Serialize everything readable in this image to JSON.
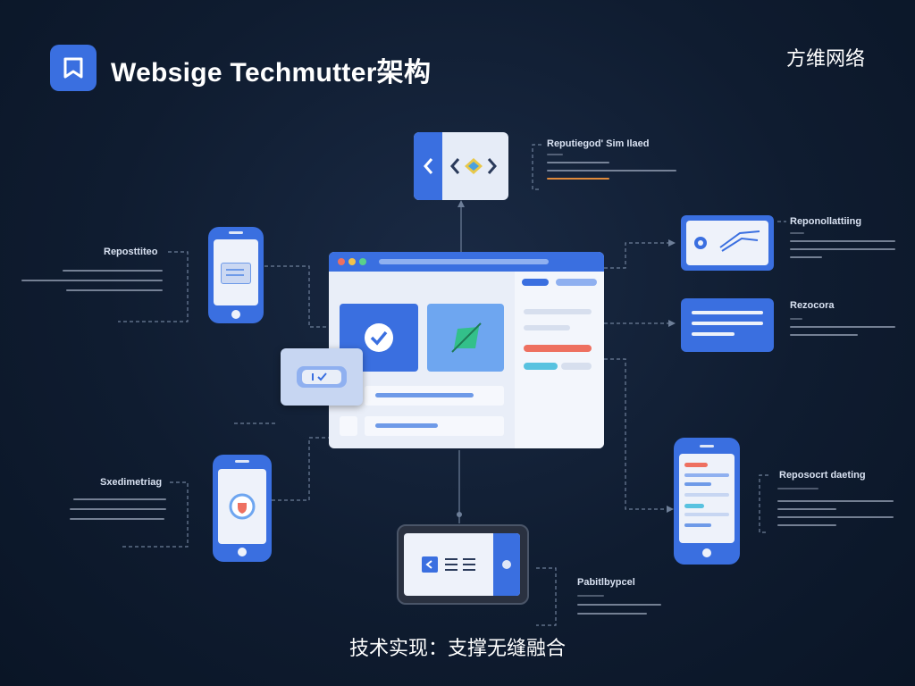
{
  "header": {
    "title": "Websige Techmutter架构",
    "brand": "方维网络"
  },
  "caption": "技术实现：支撑无缝融合",
  "labels": {
    "top": "Reputiegod' Sim Ilaed",
    "right_top": "Reponollattiing",
    "right_mid": "Rezocora",
    "right_bottom": "Reposocrt daeting",
    "left_top": "Reposttiteo",
    "left_bottom": "Sxedimetriag",
    "bottom": "Pabitlbypcel"
  },
  "icons": {
    "logo": "bookmark-icon",
    "code": "code-icon",
    "check": "check-icon",
    "chat": "message-icon",
    "shield": "shield-icon",
    "pen": "pen-icon",
    "ok": "checkbox-icon"
  },
  "colors": {
    "background": "#0f1c30",
    "accent": "#3a6fe0",
    "card": "#e6ecf7",
    "highlight_red": "#ee7060",
    "highlight_cyan": "#58c2e0",
    "highlight_green": "#33c08a"
  }
}
